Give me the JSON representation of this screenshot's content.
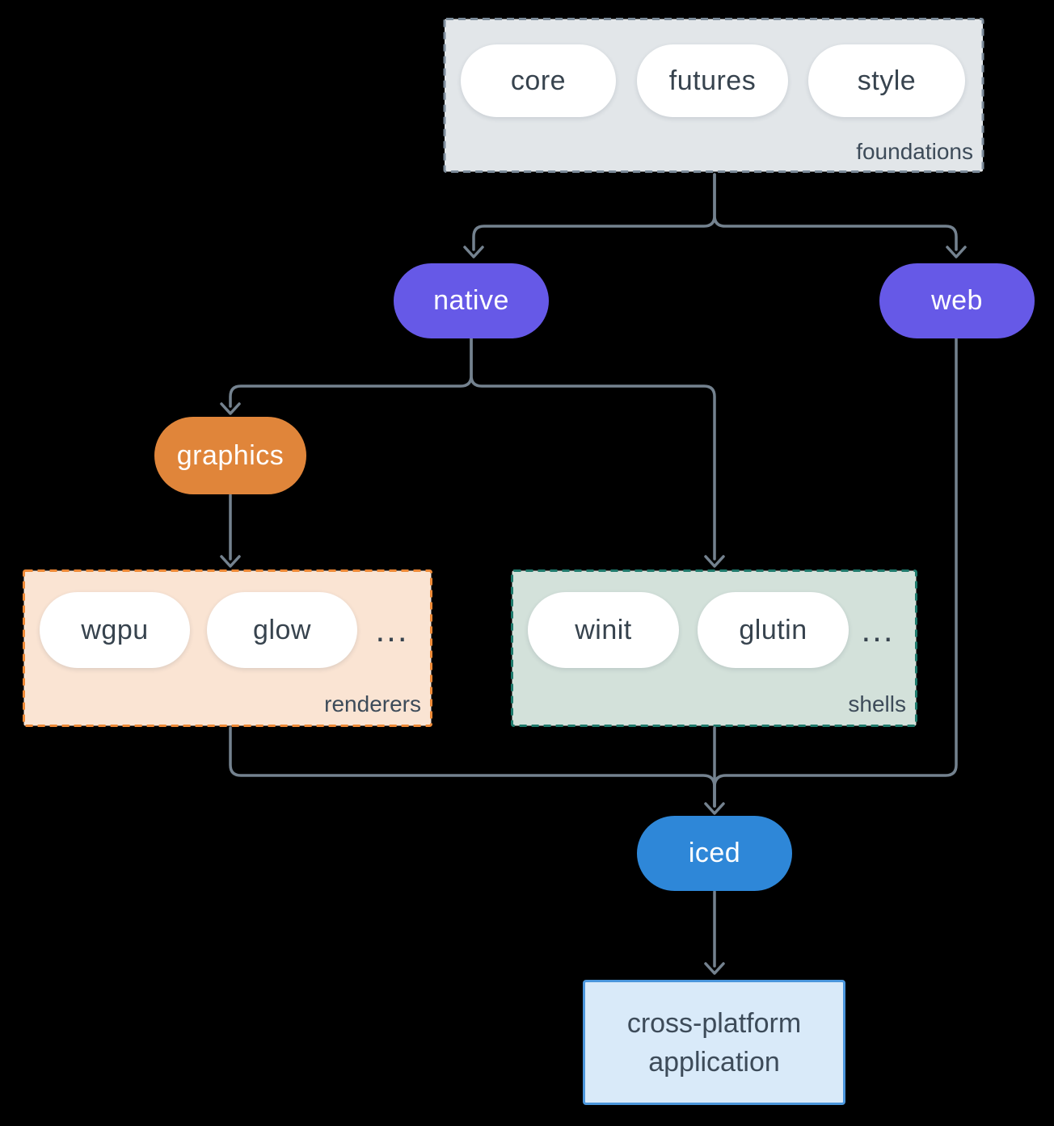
{
  "groups": {
    "foundations": {
      "label": "foundations",
      "items": [
        "core",
        "futures",
        "style"
      ]
    },
    "renderers": {
      "label": "renderers",
      "items": [
        "wgpu",
        "glow"
      ],
      "more": "..."
    },
    "shells": {
      "label": "shells",
      "items": [
        "winit",
        "glutin"
      ],
      "more": "..."
    }
  },
  "nodes": {
    "native": "native",
    "web": "web",
    "graphics": "graphics",
    "iced": "iced",
    "application": {
      "line1": "cross-platform",
      "line2": "application"
    }
  },
  "colors": {
    "background": "#000000",
    "connector": "#74828f",
    "purple": "#6659e7",
    "orange": "#e0853a",
    "blue": "#2e87d8",
    "foundations_fill": "#e2e6e9",
    "foundations_border": "#7c8b9a",
    "renderers_fill": "#fae4d3",
    "renderers_border": "#ed8936",
    "shells_fill": "#d3e1da",
    "shells_border": "#1f7a6c",
    "app_fill": "#d9eaf9",
    "app_border": "#4b96dc",
    "text_dark": "#37434e",
    "label_color": "#3d4b59"
  }
}
